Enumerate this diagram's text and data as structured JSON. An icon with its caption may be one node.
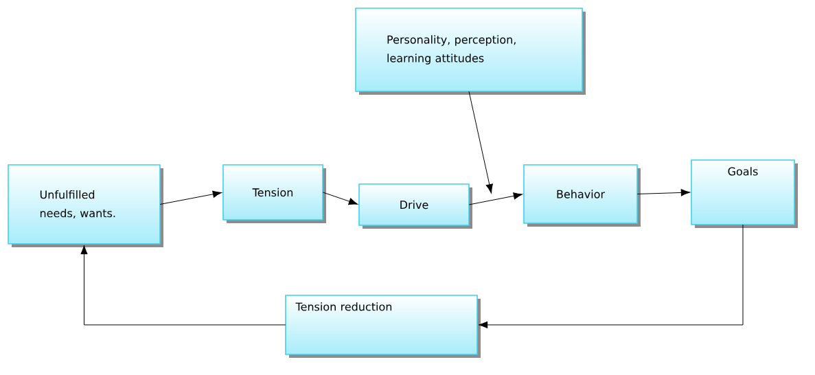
{
  "diagram": {
    "nodes": [
      {
        "text": [
          "Unfulfilled needs, wants."
        ]
      },
      {
        "text": [
          "Tension"
        ]
      },
      {
        "text": [
          "Drive"
        ]
      },
      {
        "text": [
          "Behavior"
        ]
      },
      {
        "text": [
          "Goals"
        ]
      },
      {
        "text": [
          "Personality, perception, learning attitudes"
        ]
      },
      {
        "text": [
          "Tension reduction"
        ]
      }
    ],
    "edges": [
      {
        "from": 0,
        "to": 1,
        "arrow": "to"
      },
      {
        "from": 1,
        "to": 2,
        "arrow": "to"
      },
      {
        "from": 2,
        "to": 3,
        "arrow": "to"
      },
      {
        "from": 3,
        "to": 4,
        "arrow": "to"
      },
      {
        "from": 4,
        "to": 6,
        "arrow": "to"
      },
      {
        "from": 6,
        "to": 0,
        "arrow": "to"
      },
      {
        "from": 5,
        "to": null,
        "arrow": "to"
      }
    ]
  }
}
